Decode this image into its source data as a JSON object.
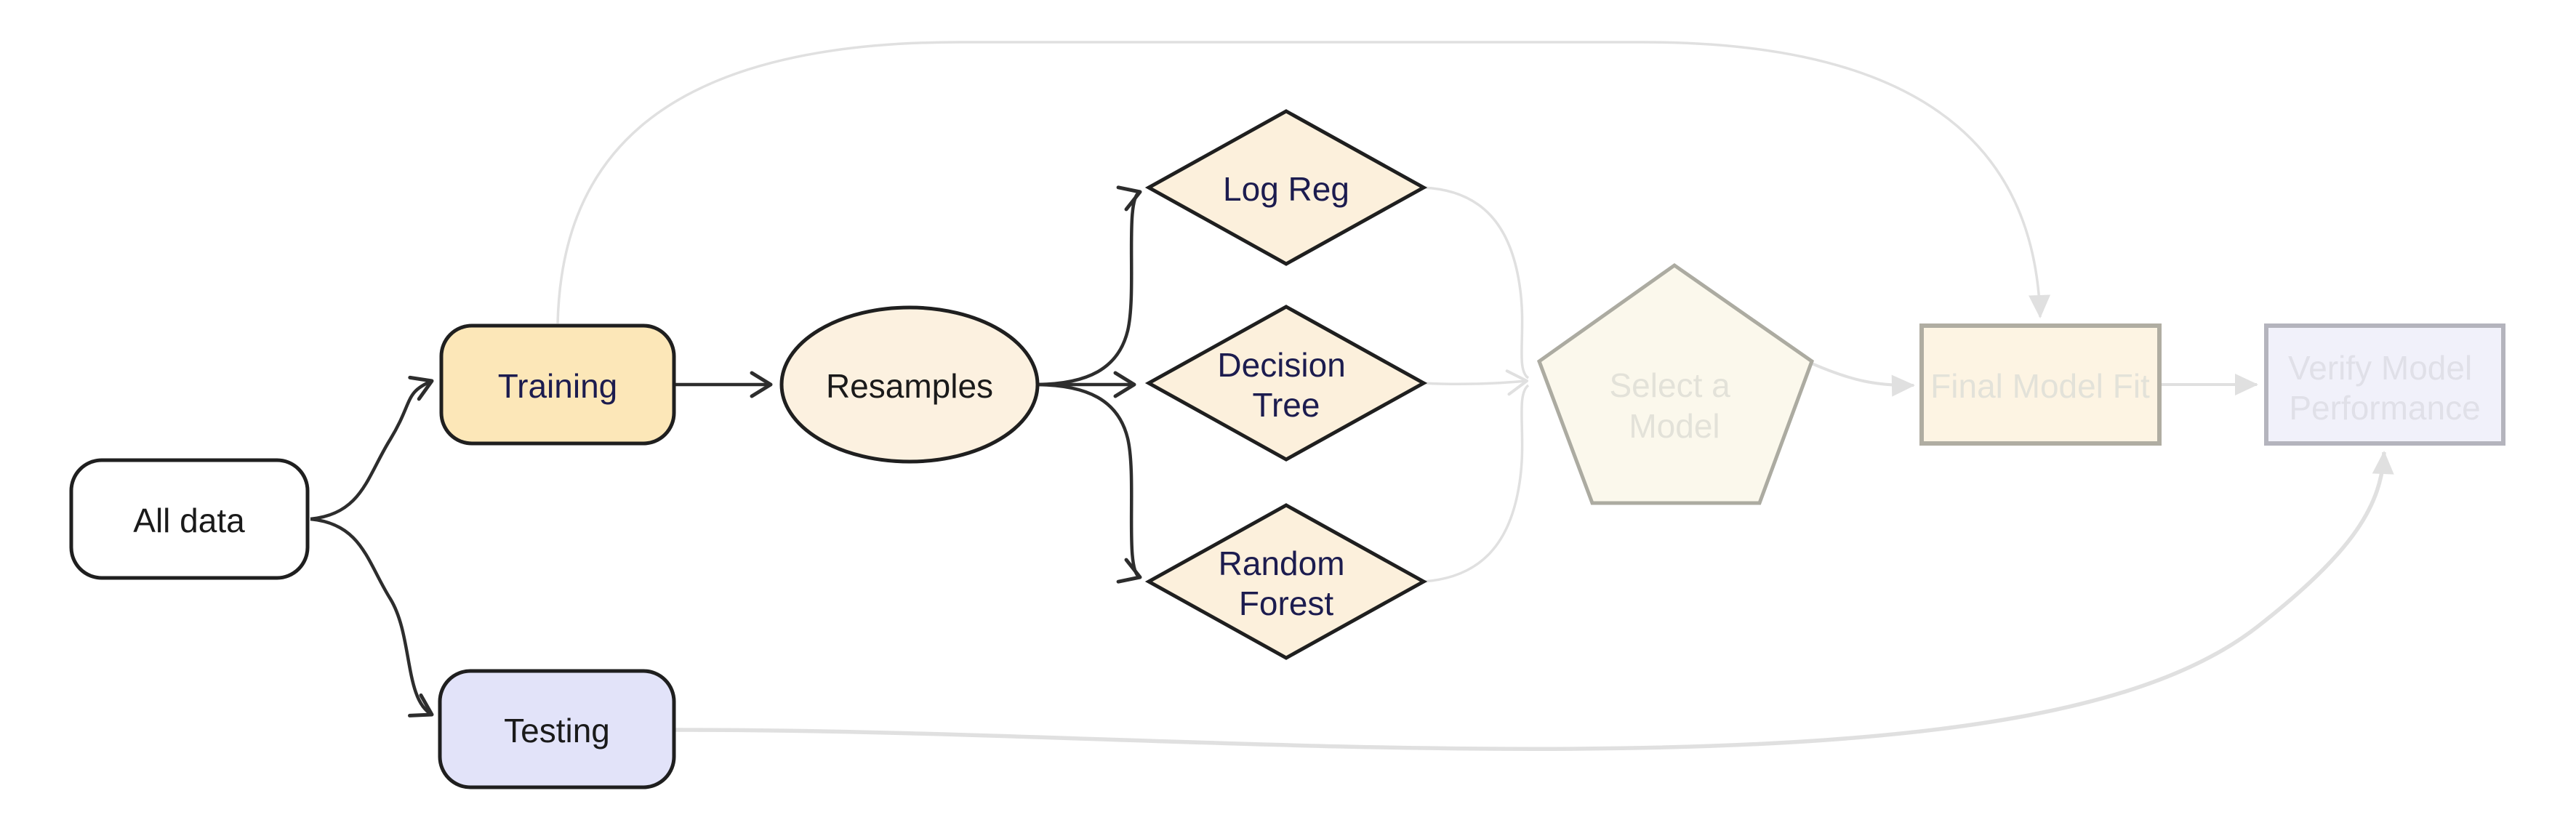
{
  "diagram": {
    "nodes": {
      "all_data": {
        "label": "All data",
        "shape": "rounded-rect",
        "state": "active"
      },
      "training": {
        "label": "Training",
        "shape": "rounded-rect",
        "state": "active"
      },
      "testing": {
        "label": "Testing",
        "shape": "rounded-rect",
        "state": "active"
      },
      "resamples": {
        "label": "Resamples",
        "shape": "ellipse",
        "state": "active"
      },
      "log_reg": {
        "label": "Log Reg",
        "shape": "diamond",
        "state": "active"
      },
      "decision_tree": {
        "label": "Decision Tree",
        "lines": [
          "Decision",
          "Tree"
        ],
        "shape": "diamond",
        "state": "active"
      },
      "random_forest": {
        "label": "Random Forest",
        "lines": [
          "Random",
          "Forest"
        ],
        "shape": "diamond",
        "state": "active"
      },
      "select_model": {
        "label": "Select a Model",
        "lines": [
          "Select a",
          "Model"
        ],
        "shape": "pentagon",
        "state": "faded"
      },
      "final_fit": {
        "label": "Final Model Fit",
        "shape": "rect",
        "state": "faded"
      },
      "verify": {
        "label": "Verify Model Performance",
        "lines": [
          "Verify Model",
          "Performance"
        ],
        "shape": "rect",
        "state": "faded"
      }
    },
    "edges": [
      {
        "from": "All data",
        "to": "Training",
        "style": "active"
      },
      {
        "from": "All data",
        "to": "Testing",
        "style": "active"
      },
      {
        "from": "Training",
        "to": "Resamples",
        "style": "active"
      },
      {
        "from": "Resamples",
        "to": "Log Reg",
        "style": "active"
      },
      {
        "from": "Resamples",
        "to": "Decision Tree",
        "style": "active"
      },
      {
        "from": "Resamples",
        "to": "Random Forest",
        "style": "active"
      },
      {
        "from": "Training",
        "to": "Final Model Fit",
        "style": "faded"
      },
      {
        "from": "Log Reg",
        "to": "Select a Model",
        "style": "faded"
      },
      {
        "from": "Decision Tree",
        "to": "Select a Model",
        "style": "faded"
      },
      {
        "from": "Random Forest",
        "to": "Select a Model",
        "style": "faded"
      },
      {
        "from": "Select a Model",
        "to": "Final Model Fit",
        "style": "faded"
      },
      {
        "from": "Final Model Fit",
        "to": "Verify Model Performance",
        "style": "faded"
      },
      {
        "from": "Testing",
        "to": "Verify Model Performance",
        "style": "faded"
      }
    ],
    "colors": {
      "background": "#ffffff",
      "node_stroke": "#1f1f1f",
      "all_data_fill": "#ffffff",
      "training_fill": "#fce7b8",
      "testing_fill": "#e2e3f9",
      "resamples_fill": "#fcf1e0",
      "diamond_fill": "#fcf0dc",
      "pentagon_fill": "#fbf8ec",
      "pentagon_stroke": "#acaba1",
      "final_fit_fill": "#fdf4e3",
      "final_fit_stroke": "#b0ada2",
      "verify_fill": "#f1f1fa",
      "verify_stroke": "#b4b4bd",
      "dark_text": "#1a1a1a",
      "navy_text": "#1c1c4f",
      "faded_text_warm": "#e3e2d9",
      "faded_text_cool": "#e0e0e8",
      "edge_dark": "#2d2d2d",
      "edge_light": "#e0e0e0"
    }
  }
}
